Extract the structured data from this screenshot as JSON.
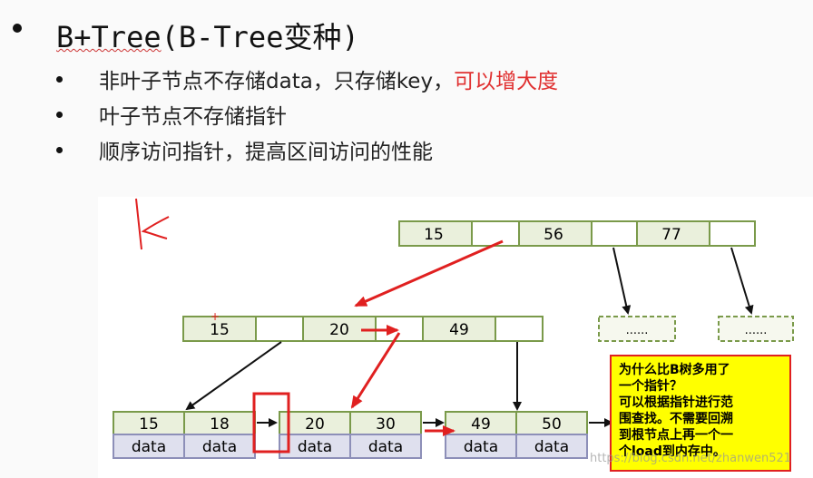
{
  "title": {
    "text_a": "B+Tree",
    "text_b": "(B-Tree变种)"
  },
  "bullets": [
    {
      "text": "非叶子节点不存储data，只存储key，",
      "highlight": "可以增大度"
    },
    {
      "text": "叶子节点不存储指针",
      "highlight": ""
    },
    {
      "text": "顺序访问指针，提高区间访问的性能",
      "highlight": ""
    }
  ],
  "tree": {
    "root": [
      "15",
      "",
      "56",
      "",
      "77",
      ""
    ],
    "inner": [
      "15",
      "",
      "20",
      "",
      "49",
      ""
    ],
    "leaves": [
      {
        "keys": [
          "15",
          "18"
        ],
        "data": [
          "data",
          "data"
        ]
      },
      {
        "keys": [
          "20",
          "30"
        ],
        "data": [
          "data",
          "data"
        ]
      },
      {
        "keys": [
          "49",
          "50"
        ],
        "data": [
          "data",
          "data"
        ]
      }
    ],
    "ellipsis": "......"
  },
  "annotation": {
    "lines": [
      "为什么比B树多用了",
      "一个指针？",
      "可以根据指针进行范",
      "围查找。不需要回溯",
      "到根节点上再一个一",
      "个load到内存中。"
    ]
  },
  "watermark": "https://blog.csdn.net/zhanwen521",
  "colors": {
    "node_fill": "#eaf0dc",
    "node_border": "#7a9a4a",
    "data_fill": "#dfe0ee",
    "red": "#e02020",
    "callout": "#ffff00"
  }
}
